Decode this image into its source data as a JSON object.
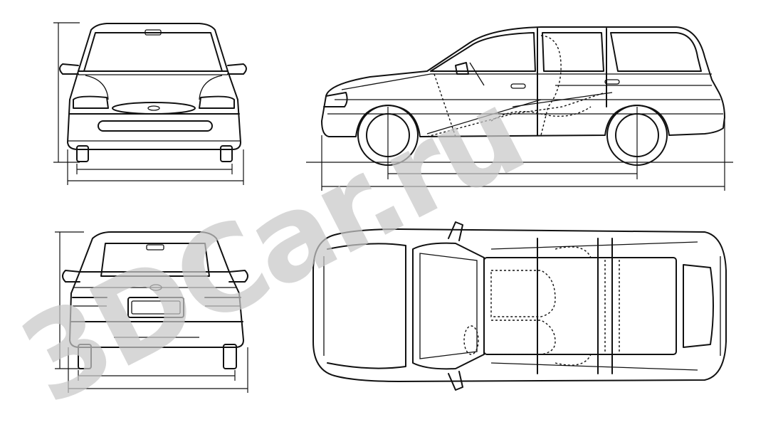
{
  "watermark": {
    "text": "3DCar.ru",
    "color": "#c8c8c8"
  },
  "views": [
    "front-view",
    "side-view",
    "rear-view",
    "top-view"
  ],
  "colors": {
    "line": "#111111",
    "background": "#ffffff"
  }
}
